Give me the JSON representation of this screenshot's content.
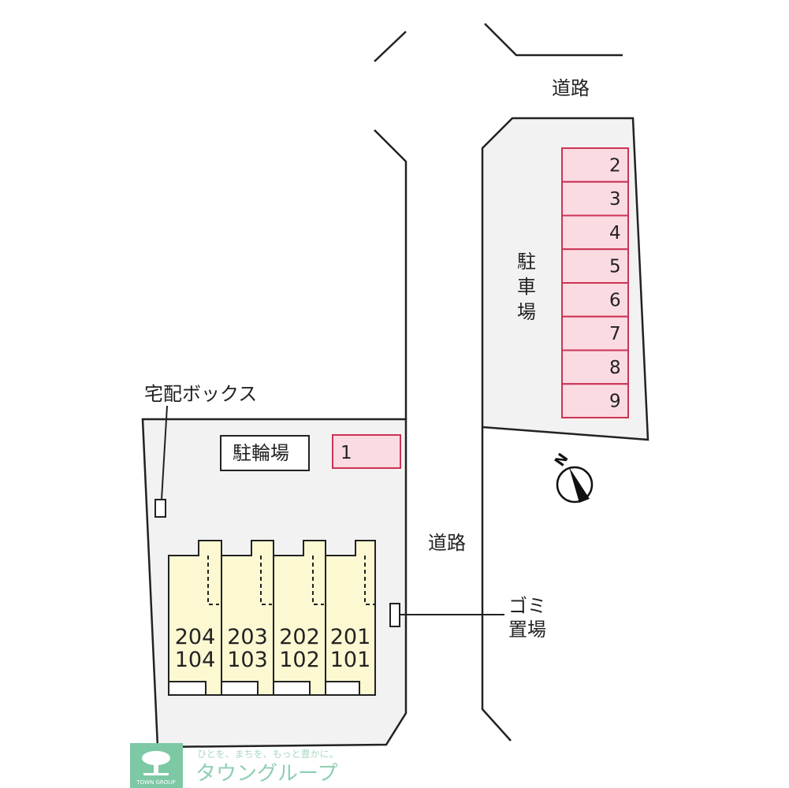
{
  "labels": {
    "road_top": "道路",
    "road_middle": "道路",
    "parking": [
      "駐",
      "車",
      "場"
    ],
    "bicycle_parking": "駐輪場",
    "delivery_box": "宅配ボックス",
    "garbage": [
      "ゴミ",
      "置場"
    ],
    "compass_north": "N"
  },
  "parking_spaces": [
    "2",
    "3",
    "4",
    "5",
    "6",
    "7",
    "8",
    "9"
  ],
  "parking_space_bike_side": "1",
  "units": [
    {
      "upper": "204",
      "lower": "104"
    },
    {
      "upper": "203",
      "lower": "103"
    },
    {
      "upper": "202",
      "lower": "102"
    },
    {
      "upper": "201",
      "lower": "101"
    }
  ],
  "logo": {
    "tagline": "ひとを、まちを、もっと豊かに。",
    "name": "タウングループ",
    "mark_text": "TOWN GROUP"
  },
  "colors": {
    "lot": "#f2f2f2",
    "parking_fill": "#fbdbe2",
    "parking_stroke": "#cc3355",
    "unit_fill": "#fbf8d2",
    "logo_green": "#7dc8a5"
  }
}
